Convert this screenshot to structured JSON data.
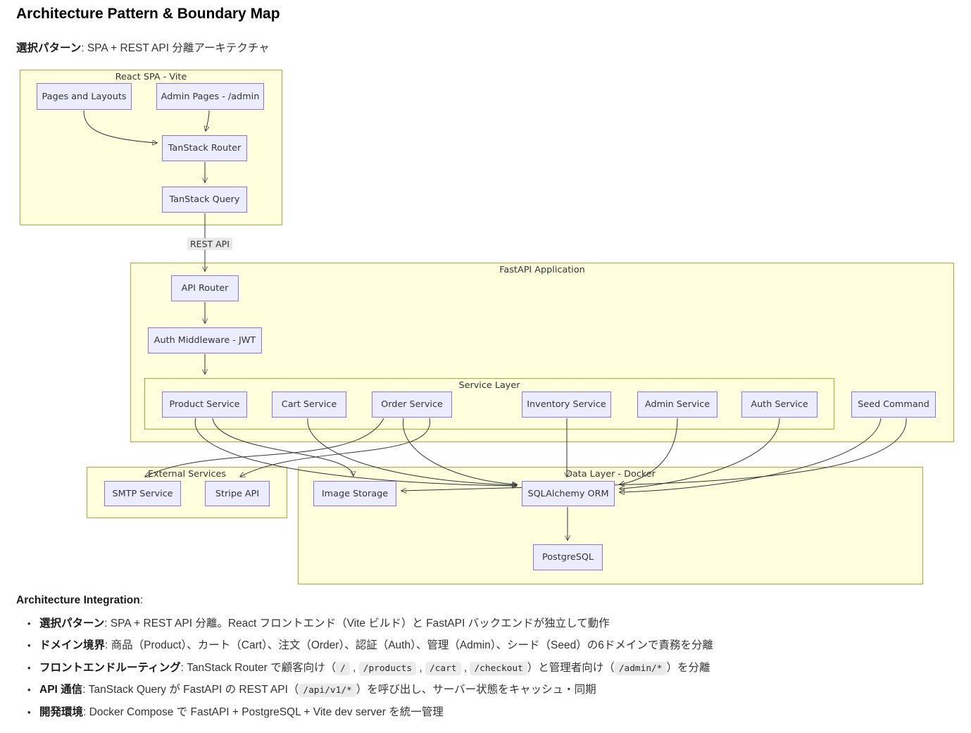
{
  "header": {
    "title": "Architecture Pattern & Boundary Map",
    "subtitle_label": "選択パターン",
    "subtitle_rest": ": SPA + REST API 分離アーキテクチャ"
  },
  "diagram": {
    "subgraphs": {
      "react_spa": {
        "label": "React SPA - Vite"
      },
      "fastapi": {
        "label": "FastAPI Application"
      },
      "service_layer": {
        "label": "Service Layer"
      },
      "external": {
        "label": "External Services"
      },
      "data_layer": {
        "label": "Data Layer - Docker"
      }
    },
    "nodes": {
      "pages": {
        "label": "Pages and Layouts"
      },
      "admin_pages": {
        "label": "Admin Pages - /admin"
      },
      "tanstack_router": {
        "label": "TanStack Router"
      },
      "tanstack_query": {
        "label": "TanStack Query"
      },
      "api_router": {
        "label": "API Router"
      },
      "auth_mw": {
        "label": "Auth Middleware - JWT"
      },
      "product": {
        "label": "Product Service"
      },
      "cart": {
        "label": "Cart Service"
      },
      "order": {
        "label": "Order Service"
      },
      "inventory": {
        "label": "Inventory Service"
      },
      "admin_svc": {
        "label": "Admin Service"
      },
      "auth_svc": {
        "label": "Auth Service"
      },
      "seed": {
        "label": "Seed Command"
      },
      "smtp": {
        "label": "SMTP Service"
      },
      "stripe": {
        "label": "Stripe API"
      },
      "image_storage": {
        "label": "Image Storage"
      },
      "orm": {
        "label": "SQLAlchemy ORM"
      },
      "postgres": {
        "label": "PostgreSQL"
      }
    },
    "edge_label": "REST API",
    "edges": [
      {
        "from": "Pages and Layouts",
        "to": "TanStack Router"
      },
      {
        "from": "Admin Pages - /admin",
        "to": "TanStack Router"
      },
      {
        "from": "TanStack Router",
        "to": "TanStack Query"
      },
      {
        "from": "TanStack Query",
        "to": "API Router",
        "label": "REST API"
      },
      {
        "from": "API Router",
        "to": "Auth Middleware - JWT"
      },
      {
        "from": "Auth Middleware - JWT",
        "to": "Service Layer"
      },
      {
        "from": "Product Service",
        "to": "SQLAlchemy ORM"
      },
      {
        "from": "Product Service",
        "to": "Image Storage"
      },
      {
        "from": "Cart Service",
        "to": "SQLAlchemy ORM"
      },
      {
        "from": "Order Service",
        "to": "SQLAlchemy ORM"
      },
      {
        "from": "Order Service",
        "to": "SMTP Service"
      },
      {
        "from": "Order Service",
        "to": "Stripe API"
      },
      {
        "from": "Inventory Service",
        "to": "SQLAlchemy ORM"
      },
      {
        "from": "Admin Service",
        "to": "SQLAlchemy ORM"
      },
      {
        "from": "Auth Service",
        "to": "SQLAlchemy ORM"
      },
      {
        "from": "Seed Command",
        "to": "SQLAlchemy ORM"
      },
      {
        "from": "Seed Command",
        "to": "Image Storage"
      },
      {
        "from": "SQLAlchemy ORM",
        "to": "PostgreSQL"
      }
    ],
    "colors": {
      "node_fill": "#ECECFF",
      "node_border": "#9370DB",
      "subgraph_fill": "#FFFFDE",
      "subgraph_border": "#AAAA33",
      "edge": "#333333",
      "edge_label_bg": "#E8E8E8"
    }
  },
  "integration": {
    "heading": "Architecture Integration",
    "colon": ":",
    "bullets": [
      {
        "label": "選択パターン",
        "segments": [
          {
            "t": "text",
            "v": ": SPA + REST API 分離。React フロントエンド（Vite ビルド）と FastAPI バックエンドが独立して動作"
          }
        ]
      },
      {
        "label": "ドメイン境界",
        "segments": [
          {
            "t": "text",
            "v": ": 商品（Product）、カート（Cart）、注文（Order）、認証（Auth）、管理（Admin）、シード（Seed）の6ドメインで責務を分離"
          }
        ]
      },
      {
        "label": "フロントエンドルーティング",
        "segments": [
          {
            "t": "text",
            "v": ": TanStack Router で顧客向け（"
          },
          {
            "t": "code",
            "v": "/"
          },
          {
            "t": "text",
            "v": " , "
          },
          {
            "t": "code",
            "v": "/products"
          },
          {
            "t": "text",
            "v": " , "
          },
          {
            "t": "code",
            "v": "/cart"
          },
          {
            "t": "text",
            "v": " , "
          },
          {
            "t": "code",
            "v": "/checkout"
          },
          {
            "t": "text",
            "v": "）と管理者向け（"
          },
          {
            "t": "code",
            "v": "/admin/*"
          },
          {
            "t": "text",
            "v": "）を分離"
          }
        ]
      },
      {
        "label": "API 通信",
        "segments": [
          {
            "t": "text",
            "v": ": TanStack Query が FastAPI の REST API（"
          },
          {
            "t": "code",
            "v": "/api/v1/*"
          },
          {
            "t": "text",
            "v": "）を呼び出し、サーバー状態をキャッシュ・同期"
          }
        ]
      },
      {
        "label": "開発環境",
        "segments": [
          {
            "t": "text",
            "v": ": Docker Compose で FastAPI + PostgreSQL + Vite dev server を統一管理"
          }
        ]
      }
    ]
  }
}
